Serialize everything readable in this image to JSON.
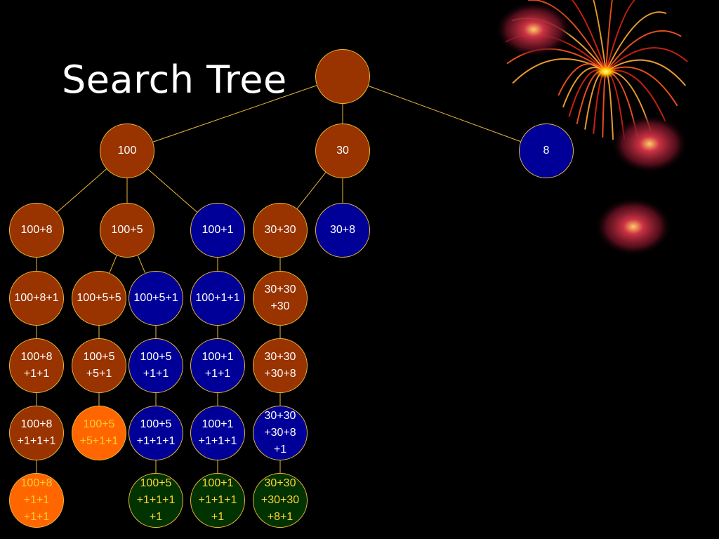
{
  "title": "Search Tree",
  "colors": {
    "background": "#000000",
    "brown": "#993300",
    "blue": "#000099",
    "orange": "#ff6600",
    "green": "#003300",
    "edge": "#e8b83a",
    "text": "#ffffff",
    "orange_text": "#ffcc33",
    "green_text": "#ffd233"
  },
  "decoration": "fireworks-burst",
  "nodes": [
    {
      "id": "root",
      "lines": [],
      "color": "root"
    },
    {
      "id": "n100",
      "lines": [
        "100"
      ],
      "color": "brown"
    },
    {
      "id": "n30",
      "lines": [
        "30"
      ],
      "color": "brown"
    },
    {
      "id": "n8",
      "lines": [
        "8"
      ],
      "color": "blue"
    },
    {
      "id": "n100p8",
      "lines": [
        "100+8"
      ],
      "color": "brown"
    },
    {
      "id": "n100p5",
      "lines": [
        "100+5"
      ],
      "color": "brown"
    },
    {
      "id": "n100p1",
      "lines": [
        "100+1"
      ],
      "color": "blue"
    },
    {
      "id": "n30p30",
      "lines": [
        "30+30"
      ],
      "color": "brown"
    },
    {
      "id": "n30p8",
      "lines": [
        "30+8"
      ],
      "color": "blue"
    },
    {
      "id": "n100p8p1",
      "lines": [
        "100+8+1"
      ],
      "color": "brown"
    },
    {
      "id": "n100p5p5",
      "lines": [
        "100+5+5"
      ],
      "color": "brown"
    },
    {
      "id": "n100p5p1",
      "lines": [
        "100+5+1"
      ],
      "color": "blue"
    },
    {
      "id": "n100p1p1",
      "lines": [
        "100+1+1"
      ],
      "color": "blue"
    },
    {
      "id": "n30p30p30",
      "lines": [
        "30+30",
        "+30"
      ],
      "color": "brown"
    },
    {
      "id": "r4c1",
      "lines": [
        "100+8",
        "+1+1"
      ],
      "color": "brown"
    },
    {
      "id": "r4c2",
      "lines": [
        "100+5",
        "+5+1"
      ],
      "color": "brown"
    },
    {
      "id": "r4c3",
      "lines": [
        "100+5",
        "+1+1"
      ],
      "color": "blue"
    },
    {
      "id": "r4c4",
      "lines": [
        "100+1",
        "+1+1"
      ],
      "color": "blue"
    },
    {
      "id": "r4c5",
      "lines": [
        "30+30",
        "+30+8"
      ],
      "color": "brown"
    },
    {
      "id": "r5c1",
      "lines": [
        "100+8",
        "+1+1+1"
      ],
      "color": "brown"
    },
    {
      "id": "r5c2",
      "lines": [
        "100+5",
        "+5+1+1"
      ],
      "color": "orange"
    },
    {
      "id": "r5c3",
      "lines": [
        "100+5",
        "+1+1+1"
      ],
      "color": "blue"
    },
    {
      "id": "r5c4",
      "lines": [
        "100+1",
        "+1+1+1"
      ],
      "color": "blue"
    },
    {
      "id": "r5c5",
      "lines": [
        "30+30",
        "+30+8",
        "+1"
      ],
      "color": "blue"
    },
    {
      "id": "r6c1",
      "lines": [
        "100+8",
        "+1+1",
        "+1+1"
      ],
      "color": "orange"
    },
    {
      "id": "r6c3",
      "lines": [
        "100+5",
        "+1+1+1",
        "+1"
      ],
      "color": "green"
    },
    {
      "id": "r6c4",
      "lines": [
        "100+1",
        "+1+1+1",
        "+1"
      ],
      "color": "green"
    },
    {
      "id": "r6c5",
      "lines": [
        "30+30",
        "+30+30",
        "+8+1"
      ],
      "color": "green"
    }
  ],
  "edges": [
    [
      "root",
      "n100"
    ],
    [
      "root",
      "n30"
    ],
    [
      "root",
      "n8"
    ],
    [
      "n100",
      "n100p8"
    ],
    [
      "n100",
      "n100p5"
    ],
    [
      "n100",
      "n100p1"
    ],
    [
      "n30",
      "n30p30"
    ],
    [
      "n30",
      "n30p8"
    ],
    [
      "n100p8",
      "n100p8p1"
    ],
    [
      "n100p5",
      "n100p5p5"
    ],
    [
      "n100p5",
      "n100p5p1"
    ],
    [
      "n100p1",
      "n100p1p1"
    ],
    [
      "n30p30",
      "n30p30p30"
    ],
    [
      "n100p8p1",
      "r4c1"
    ],
    [
      "n100p5p5",
      "r4c2"
    ],
    [
      "n100p5p1",
      "r4c3"
    ],
    [
      "n100p1p1",
      "r4c4"
    ],
    [
      "n30p30p30",
      "r4c5"
    ],
    [
      "r4c1",
      "r5c1"
    ],
    [
      "r4c2",
      "r5c2"
    ],
    [
      "r4c3",
      "r5c3"
    ],
    [
      "r4c4",
      "r5c4"
    ],
    [
      "r4c5",
      "r5c5"
    ],
    [
      "r5c1",
      "r6c1"
    ],
    [
      "r5c3",
      "r6c3"
    ],
    [
      "r5c4",
      "r6c4"
    ],
    [
      "r5c5",
      "r6c5"
    ]
  ]
}
